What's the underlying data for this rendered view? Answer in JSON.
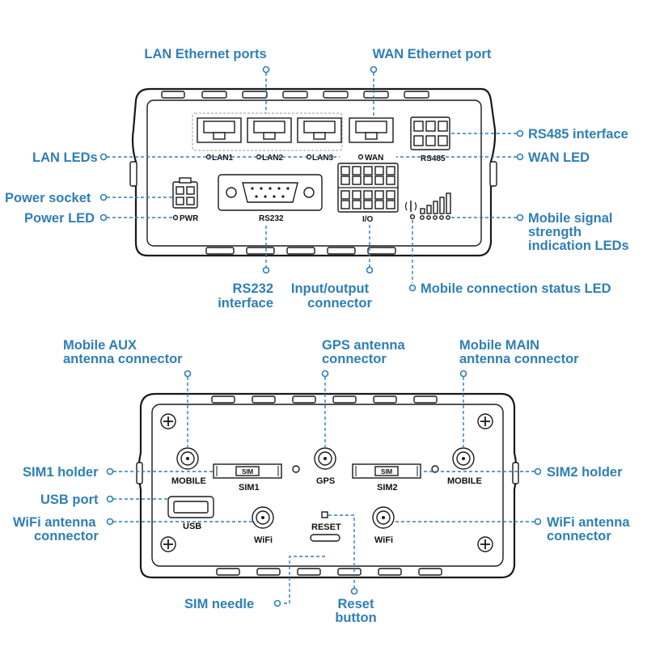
{
  "top_callouts": {
    "lan_ports": "LAN Ethernet ports",
    "wan_port": "WAN Ethernet port",
    "rs485": "RS485 interface",
    "lan_leds": "LAN LEDs",
    "wan_led": "WAN LED",
    "power_socket": "Power socket",
    "power_led": "Power LED",
    "mobile_signal": [
      "Mobile signal",
      "strength",
      "indication LEDs"
    ],
    "rs232": [
      "RS232",
      "interface"
    ],
    "io": [
      "Input/output",
      "connector"
    ],
    "mobile_status": "Mobile connection status LED"
  },
  "top_device_labels": {
    "lan1": "LAN1",
    "lan2": "LAN2",
    "lan3": "LAN3",
    "wan": "WAN",
    "rs485": "RS485",
    "pwr": "PWR",
    "rs232": "RS232",
    "io": "I/O"
  },
  "bottom_callouts": {
    "mobile_aux": [
      "Mobile AUX",
      "antenna connector"
    ],
    "gps": [
      "GPS antenna",
      "connector"
    ],
    "mobile_main": [
      "Mobile MAIN",
      "antenna connector"
    ],
    "sim1": "SIM1 holder",
    "sim2": "SIM2 holder",
    "usb": "USB port",
    "wifi_left": [
      "WiFi antenna",
      "connector"
    ],
    "wifi_right": [
      "WiFi antenna",
      "connector"
    ],
    "sim_needle": "SIM needle",
    "reset": [
      "Reset",
      "button"
    ]
  },
  "bottom_device_labels": {
    "mobile_left": "MOBILE",
    "sim1": "SIM1",
    "sim_tag_1": "SIM",
    "gps": "GPS",
    "sim2": "SIM2",
    "sim_tag_2": "SIM",
    "mobile_right": "MOBILE",
    "usb": "USB",
    "wifi_left": "WiFi",
    "reset": "RESET",
    "wifi_right": "WiFi"
  },
  "colors": {
    "callout": "#2f7fb5",
    "device_outline": "#1a1a1a"
  }
}
